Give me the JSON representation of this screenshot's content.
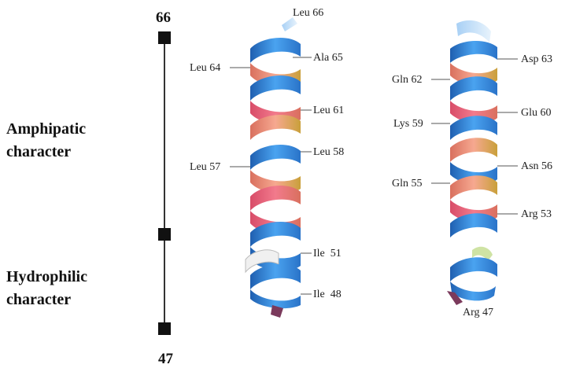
{
  "scale": {
    "top": "66",
    "bottom": "47"
  },
  "regions": {
    "amphipatic_line1": "Amphipatic",
    "amphipatic_line2": "character",
    "hydrophilic_line1": "Hydrophilic",
    "hydrophilic_line2": "character"
  },
  "left_helix_labels": [
    "Leu 66",
    "Ala 65",
    "Leu 64",
    "Leu 61",
    "Leu 58",
    "Leu 57",
    "Ile  51",
    "Ile  48"
  ],
  "right_helix_labels": [
    "Asp 63",
    "Gln 62",
    "Glu 60",
    "Lys 59",
    "Asn 56",
    "Gln 55",
    "Arg 53",
    "Arg 47"
  ],
  "colors": {
    "blue": "#2f7fd6",
    "salmon": "#ee8f78",
    "pink": "#e8607a",
    "gold": "#c9a03a"
  }
}
